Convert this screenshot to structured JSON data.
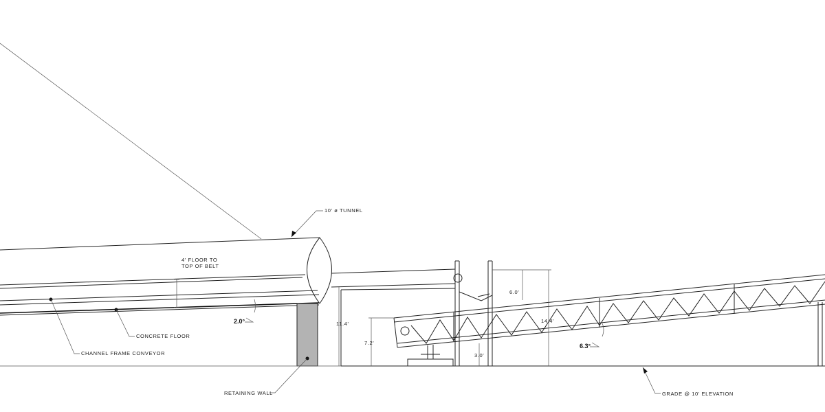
{
  "labels": {
    "tunnel": "10' ø TUNNEL",
    "floor_to_belt_line1": "4' FLOOR TO",
    "floor_to_belt_line2": "TOP OF BELT",
    "concrete_floor": "CONCRETE FLOOR",
    "channel_frame_conveyor": "CHANNEL FRAME CONVEYOR",
    "retaining_wall": "RETAINING WALL",
    "grade": "GRADE @ 10' ELEVATION"
  },
  "dimensions": {
    "height_11_4": "11.4'",
    "height_7_2": "7.2'",
    "height_14_4": "14.4'",
    "height_6_0": "6.0'",
    "height_3_0": "3.0'"
  },
  "angles": {
    "tunnel_slope": "2.0°",
    "truss_slope": "6.3°"
  }
}
